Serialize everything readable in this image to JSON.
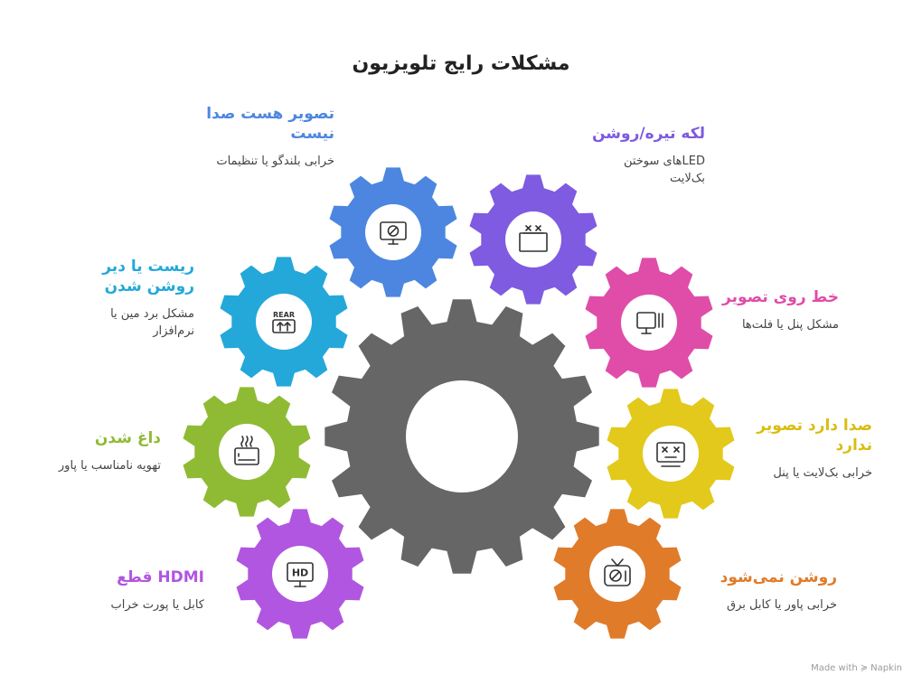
{
  "title": "مشکلات رایج تلویزیون",
  "colors": {
    "center": "#666666",
    "blue": "#4d86e0",
    "violet": "#7e5be0",
    "pink": "#df4da8",
    "yellow": "#e3c91b",
    "orange": "#e07b2a",
    "purple": "#b156e0",
    "green": "#8fbb34",
    "cyan": "#24a8d9"
  },
  "issues": [
    {
      "key": "image-no-sound",
      "title": "تصویر هست صدا نیست",
      "desc": "خرابی بلندگو یا تنظیمات",
      "icon": "monitor-blocked-icon",
      "color": "#4d86e0"
    },
    {
      "key": "dark-bright-spot",
      "title": "لکه تیره/روشن",
      "desc": "LEDهای سوختن بک‌لایت",
      "icon": "broken-screen-icon",
      "color": "#7e5be0"
    },
    {
      "key": "line-on-image",
      "title": "خط روی تصویر",
      "desc": "مشکل پنل یا فلت‌ها",
      "icon": "monitor-lines-icon",
      "color": "#df4da8"
    },
    {
      "key": "sound-no-image",
      "title": "صدا دارد تصویر ندارد",
      "desc": "خرابی بک‌لایت یا پنل",
      "icon": "dead-screen-icon",
      "color": "#e3c91b"
    },
    {
      "key": "wont-turn-on",
      "title": "روشن نمی‌شود",
      "desc": "خرابی پاور یا کابل برق",
      "icon": "tv-off-icon",
      "color": "#e07b2a"
    },
    {
      "key": "hdmi-cut",
      "title": "HDMI قطع",
      "desc": "کابل یا پورت خراب",
      "icon": "hd-monitor-icon",
      "color": "#b156e0"
    },
    {
      "key": "overheating",
      "title": "داغ شدن",
      "desc": "تهویه نامناسب یا پاور",
      "icon": "heat-device-icon",
      "color": "#8fbb34"
    },
    {
      "key": "reset-slow",
      "title": "ریست یا دیر روشن شدن",
      "desc": "مشکل برد مین یا نرم‌افزار",
      "icon": "rear-panel-icon",
      "color": "#24a8d9"
    }
  ],
  "icon_text": {
    "rear": "REAR",
    "hd": "HD"
  },
  "footer": {
    "made_with": "Made with",
    "brand": "Napkin"
  }
}
